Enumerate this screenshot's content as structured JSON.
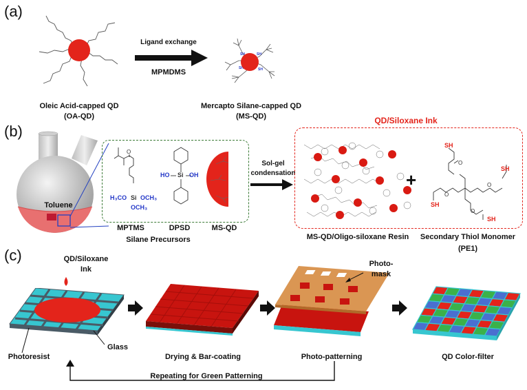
{
  "panels": {
    "a": {
      "label": "(a)",
      "oa_qd_name": "Oleic Acid-capped QD",
      "oa_qd_abbr": "(OA-QD)",
      "arrow_top": "Ligand exchange",
      "arrow_bottom": "MPMDMS",
      "ms_qd_name": "Mercapto Silane-capped QD",
      "ms_qd_abbr": "(MS-QD)",
      "sh_label": "SH"
    },
    "b": {
      "label": "(b)",
      "flask_label": "Toluene",
      "precursor_a": "MPTMS",
      "precursor_b": "DPSD",
      "precursor_c": "MS-QD",
      "precursors_group": "Silane Precursors",
      "chem_h3co": "H₃CO",
      "chem_si": "Si",
      "chem_och3_a": "OCH₃",
      "chem_och3_b": "OCH₃",
      "chem_ho": "HO",
      "chem_oh": "OH",
      "arrow_top": "Sol-gel",
      "arrow_bottom": "condensation",
      "ink_title": "QD/Siloxane Ink",
      "resin_label": "MS-QD/Oligo-siloxane Resin",
      "plus": "+",
      "thiol_label": "Secondary Thiol Monomer",
      "thiol_abbr": "(PE1)",
      "sh": "SH"
    },
    "c": {
      "label": "(c)",
      "ink_drop_label_1": "QD/Siloxane",
      "ink_drop_label_2": "Ink",
      "photoresist": "Photoresist",
      "glass": "Glass",
      "step2": "Drying & Bar-coating",
      "photomask_1": "Photo-",
      "photomask_2": "mask",
      "step3": "Photo-patterning",
      "step4": "QD Color-filter",
      "loop_label": "Repeating for Green Patterning"
    }
  },
  "colors": {
    "qd_red": "#e3241b",
    "dark_red": "#b81a12",
    "cyan": "#37c6d0",
    "grid_dark": "#4a5b66",
    "mask_orange": "#d8904a",
    "green": "#3bb14a",
    "blue": "#4a6fd0",
    "dashed_green": "#3a7a35",
    "dashed_red": "#e3241b"
  }
}
